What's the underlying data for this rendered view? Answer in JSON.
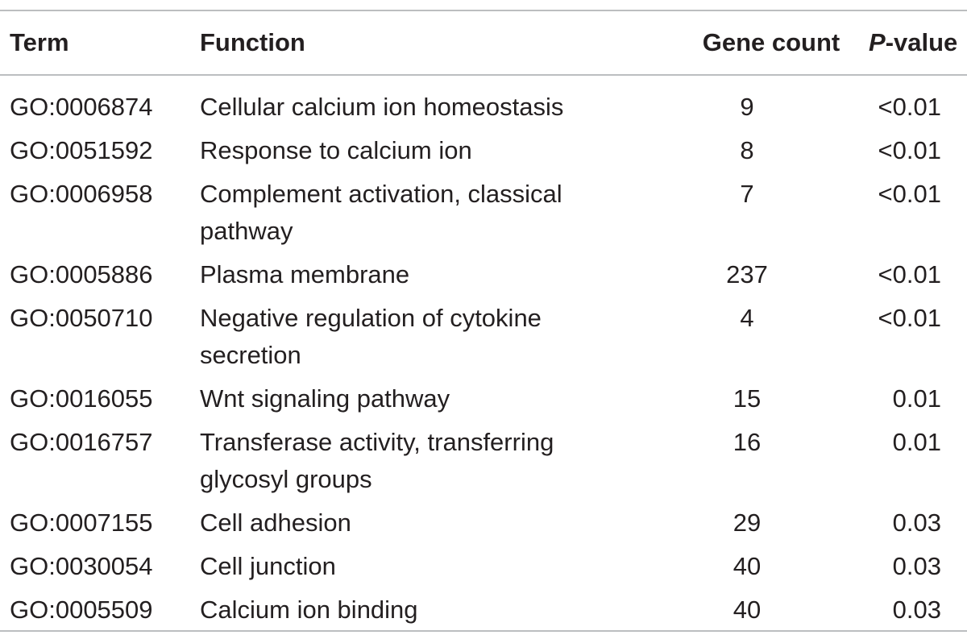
{
  "table": {
    "headers": {
      "term": "Term",
      "function": "Function",
      "gene_count": "Gene count",
      "p_value_italic": "P",
      "p_value_rest": "-value"
    },
    "rows": [
      {
        "term": "GO:0006874",
        "function": "Cellular calcium ion homeostasis",
        "gene_count": "9",
        "p_value": "<0.01"
      },
      {
        "term": "GO:0051592",
        "function": "Response to calcium ion",
        "gene_count": "8",
        "p_value": "<0.01"
      },
      {
        "term": "GO:0006958",
        "function": "Complement activation, classical pathway",
        "gene_count": "7",
        "p_value": "<0.01"
      },
      {
        "term": "GO:0005886",
        "function": "Plasma membrane",
        "gene_count": "237",
        "p_value": "<0.01"
      },
      {
        "term": "GO:0050710",
        "function": "Negative regulation of cytokine secretion",
        "gene_count": "4",
        "p_value": "<0.01"
      },
      {
        "term": "GO:0016055",
        "function": "Wnt signaling pathway",
        "gene_count": "15",
        "p_value": "0.01"
      },
      {
        "term": "GO:0016757",
        "function": "Transferase activity, transferring glycosyl groups",
        "gene_count": "16",
        "p_value": "0.01"
      },
      {
        "term": "GO:0007155",
        "function": "Cell adhesion",
        "gene_count": "29",
        "p_value": "0.03"
      },
      {
        "term": "GO:0030054",
        "function": "Cell junction",
        "gene_count": "40",
        "p_value": "0.03"
      },
      {
        "term": "GO:0005509",
        "function": "Calcium ion binding",
        "gene_count": "40",
        "p_value": "0.03"
      }
    ]
  }
}
